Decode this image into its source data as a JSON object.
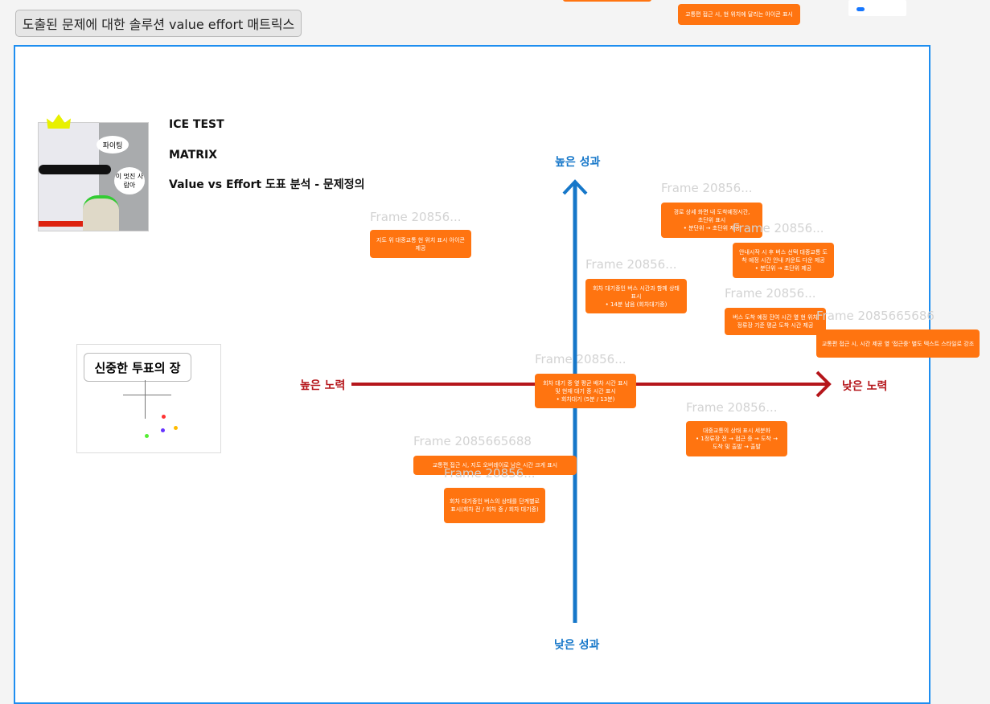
{
  "header": {
    "title": "도출된 문제에 대한 솔루션 value effort 매트릭스"
  },
  "top_card": "교통편 접근 시, 현 위치에 달리는 아이콘 표시",
  "intro": {
    "line1": "ICE TEST",
    "line2": "MATRIX",
    "line3": "Value vs Effort 도표 분석 - 문제정의",
    "image_bubble1": "파이팅",
    "image_bubble2": "이 멋진 사람아"
  },
  "vote_thumbnail": {
    "title": "신중한 투표의 장"
  },
  "axes": {
    "top": "높은 성과",
    "bottom": "낮은 성과",
    "left": "높은 노력",
    "right": "낮은 노력",
    "vertical_color": "#1677c9",
    "horizontal_color": "#b5161b"
  },
  "accent": "#ff7410",
  "cards": [
    {
      "frame": "Frame 20856...",
      "lines": [
        "지도 위 대중교통 현 위치 표시 아이콘 제공"
      ]
    },
    {
      "frame": "Frame 20856...",
      "lines": [
        "경로 상세 화면 내 도착예정시간,",
        "초단위 표시",
        "• 분단위 → 초단위 제공"
      ]
    },
    {
      "frame": "Frame 20856...",
      "lines": [
        "안내시작 시 후 버스 선택 대중교통 도착 예정 시간 안내 카운트 다운 제공",
        "• 분단위 → 초단위 제공"
      ]
    },
    {
      "frame": "Frame 20856...",
      "lines": [
        "회차 대기중인 버스 시간과 함께 상태 표시",
        "• 14분 남음 (회차대기중)"
      ]
    },
    {
      "frame": "Frame 20856...",
      "lines": [
        "버스 도착 예정 잔여 시간 옆 현 위치 정류장 기준 평균 도착 시간 제공"
      ]
    },
    {
      "frame": "Frame 2085665686",
      "lines": [
        "교통편 접근 시, 시간 제공 옆 '접근중' 별도 텍스트 스타일로 강조"
      ]
    },
    {
      "frame": "Frame 20856...",
      "lines": [
        "회차 대기 중 옆 평균 배차 시간 표시 및 현재 대기 중 시간 표시",
        "• 회차대기 (5분 / 13분)"
      ]
    },
    {
      "frame": "Frame 20856...",
      "lines": [
        "대중교통의 상태 표시 세분화",
        "• 1정류장 전 → 접근 중 → 도착 →",
        "도착 및 출발 → 출발"
      ]
    },
    {
      "frame": "Frame 2085665688",
      "lines": [
        "교통편 접근 시, 지도 오버레이로 남은 시간 크게 표시"
      ]
    },
    {
      "frame": "Frame 20856...",
      "lines": [
        "회차 대기중인 버스의 상태를 단계별로 표시(회차 전 / 회차 중 / 회차 대기중)"
      ]
    }
  ]
}
